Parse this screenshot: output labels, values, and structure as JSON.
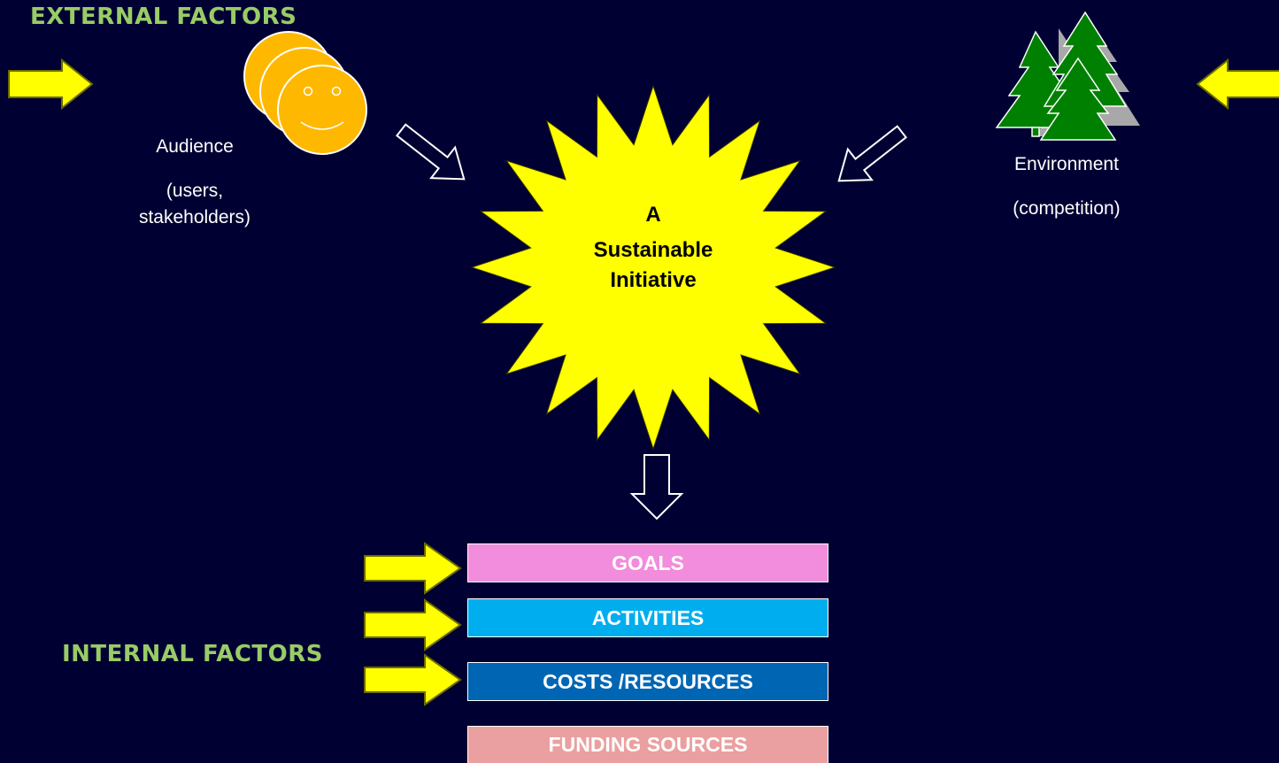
{
  "headings": {
    "external": "EXTERNAL FACTORS",
    "internal": "INTERNAL FACTORS"
  },
  "audience": {
    "title": "Audience",
    "detail_line1": "(users,",
    "detail_line2": "stakeholders)"
  },
  "environment": {
    "title": "Environment",
    "detail": "(competition)"
  },
  "center": {
    "line1": "A",
    "line2": "Sustainable",
    "line3": "Initiative"
  },
  "boxes": [
    {
      "label": "GOALS",
      "color": "#f28cdc"
    },
    {
      "label": "ACTIVITIES",
      "color": "#00aeef"
    },
    {
      "label": "COSTS /RESOURCES",
      "color": "#0066b3"
    },
    {
      "label": "FUNDING SOURCES",
      "color": "#eaa0a0"
    }
  ],
  "colors": {
    "background": "#000033",
    "heading": "#99cc66",
    "star": "#ffff00",
    "arrow_fill": "#ffff00",
    "face": "#ffb800",
    "tree": "#008000"
  },
  "icons": [
    "smiley-face-icon",
    "pine-trees-icon",
    "yellow-arrow-icon",
    "outline-arrow-icon"
  ]
}
